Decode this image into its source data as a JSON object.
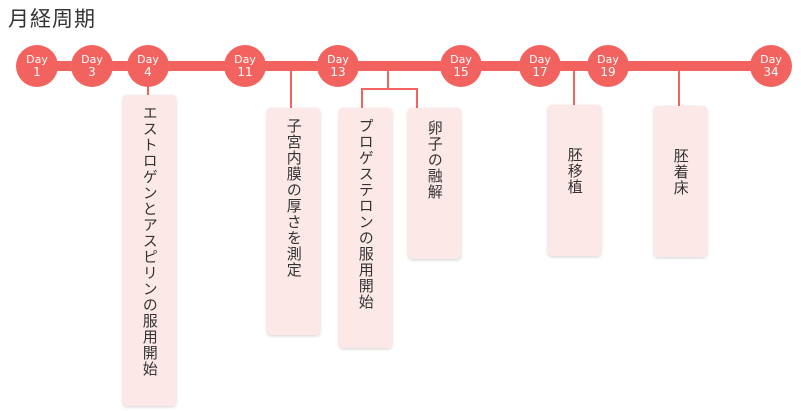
{
  "title": "月経周期",
  "colors": {
    "accent": "#f2625f",
    "card": "#fde8e8",
    "text": "#333333"
  },
  "days": [
    {
      "label": "Day",
      "num": "1"
    },
    {
      "label": "Day",
      "num": "3"
    },
    {
      "label": "Day",
      "num": "4"
    },
    {
      "label": "Day",
      "num": "11"
    },
    {
      "label": "Day",
      "num": "13"
    },
    {
      "label": "Day",
      "num": "15"
    },
    {
      "label": "Day",
      "num": "17"
    },
    {
      "label": "Day",
      "num": "19"
    },
    {
      "label": "Day",
      "num": "34"
    }
  ],
  "events": [
    {
      "text": "エストロゲンとアスピリンの服用開始"
    },
    {
      "text": "子宮内膜の厚さを測定"
    },
    {
      "text": "プロゲステロンの服用開始"
    },
    {
      "text": "卵子の融解"
    },
    {
      "text": "胚移植"
    },
    {
      "text": "胚着床"
    }
  ]
}
